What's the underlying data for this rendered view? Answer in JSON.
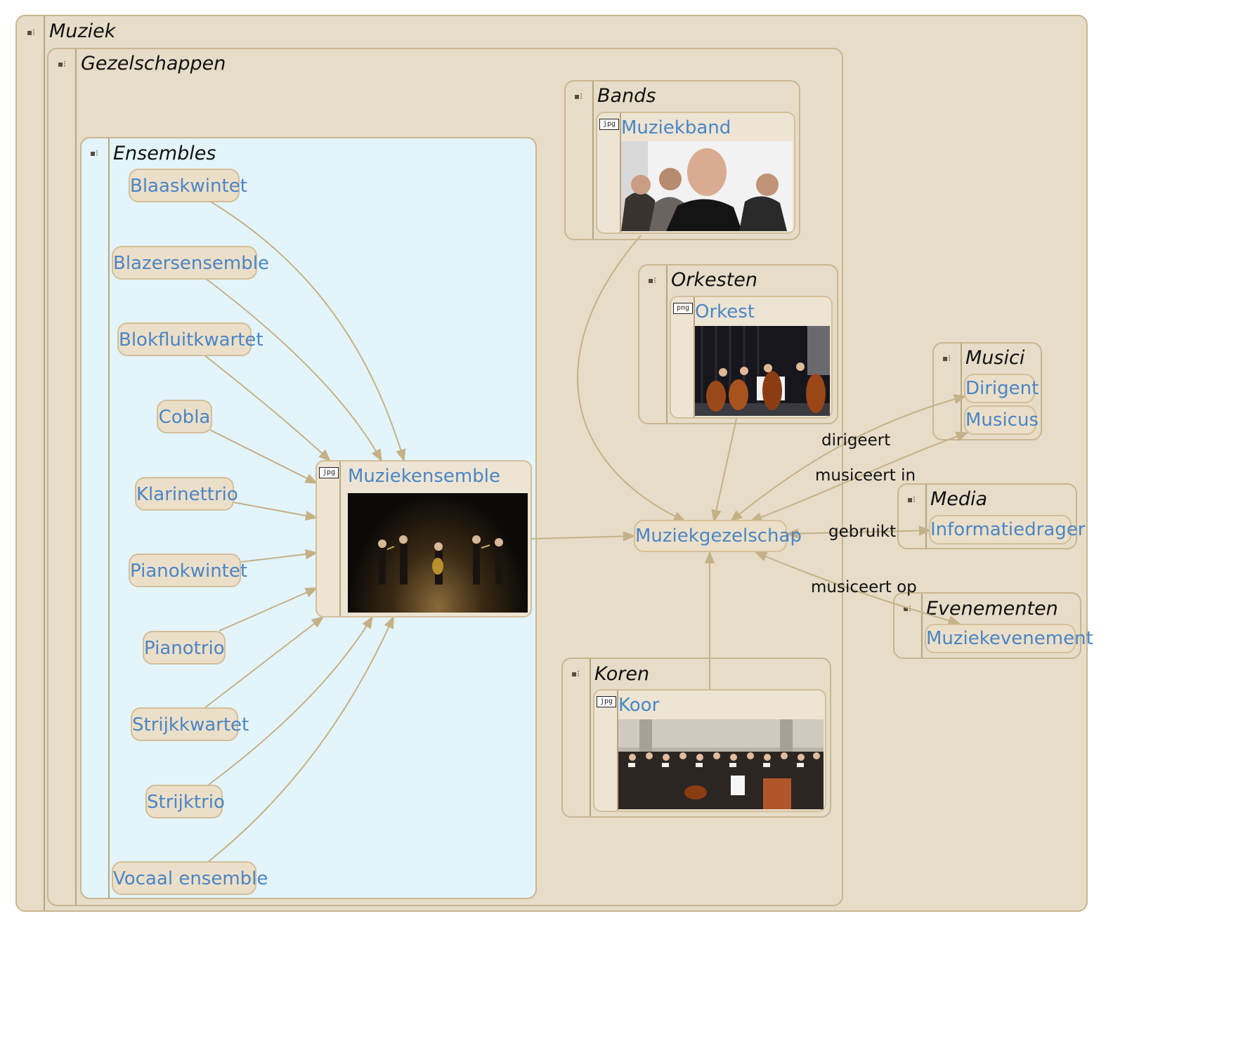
{
  "groups": {
    "muziek": "Muziek",
    "gezelschappen": "Gezelschappen",
    "ensembles": "Ensembles",
    "bands": "Bands",
    "orkesten": "Orkesten",
    "koren": "Koren",
    "musici": "Musici",
    "media": "Media",
    "evenementen": "Evenementen"
  },
  "ensembles": [
    "Blaaskwintet",
    "Blazersensemble",
    "Blokfluitkwartet",
    "Cobla",
    "Klarinettrio",
    "Pianokwintet",
    "Pianotrio",
    "Strijkkwartet",
    "Strijktrio",
    "Vocaal ensemble"
  ],
  "cards": {
    "muziekensemble": {
      "label": "Muziekensemble",
      "filetype": "jpg"
    },
    "muziekband": {
      "label": "Muziekband",
      "filetype": "jpg"
    },
    "orkest": {
      "label": "Orkest",
      "filetype": "png"
    },
    "koor": {
      "label": "Koor",
      "filetype": "jpg"
    }
  },
  "nodes": {
    "muziekgezelschap": "Muziekgezelschap",
    "dirigent": "Dirigent",
    "musicus": "Musicus",
    "informatiedrager": "Informatiedrager",
    "muziekevenement": "Muziekevenement"
  },
  "edge_labels": {
    "dirigeert": "dirigeert",
    "musiceert_in": "musiceert in",
    "gebruikt": "gebruikt",
    "musiceert_op": "musiceert op"
  },
  "colors": {
    "group_fill": "#e6dcc8",
    "ensembles_fill": "#e3f4fa",
    "border": "#c9b690",
    "label_blue": "#4a86c5",
    "edge": "#c5b187"
  }
}
